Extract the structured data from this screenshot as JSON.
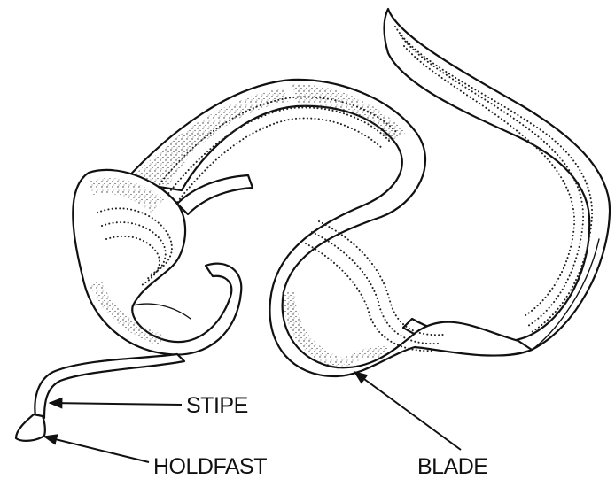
{
  "labels": {
    "stipe": "STIPE",
    "holdfast": "HOLDFAST",
    "blade": "BLADE"
  }
}
